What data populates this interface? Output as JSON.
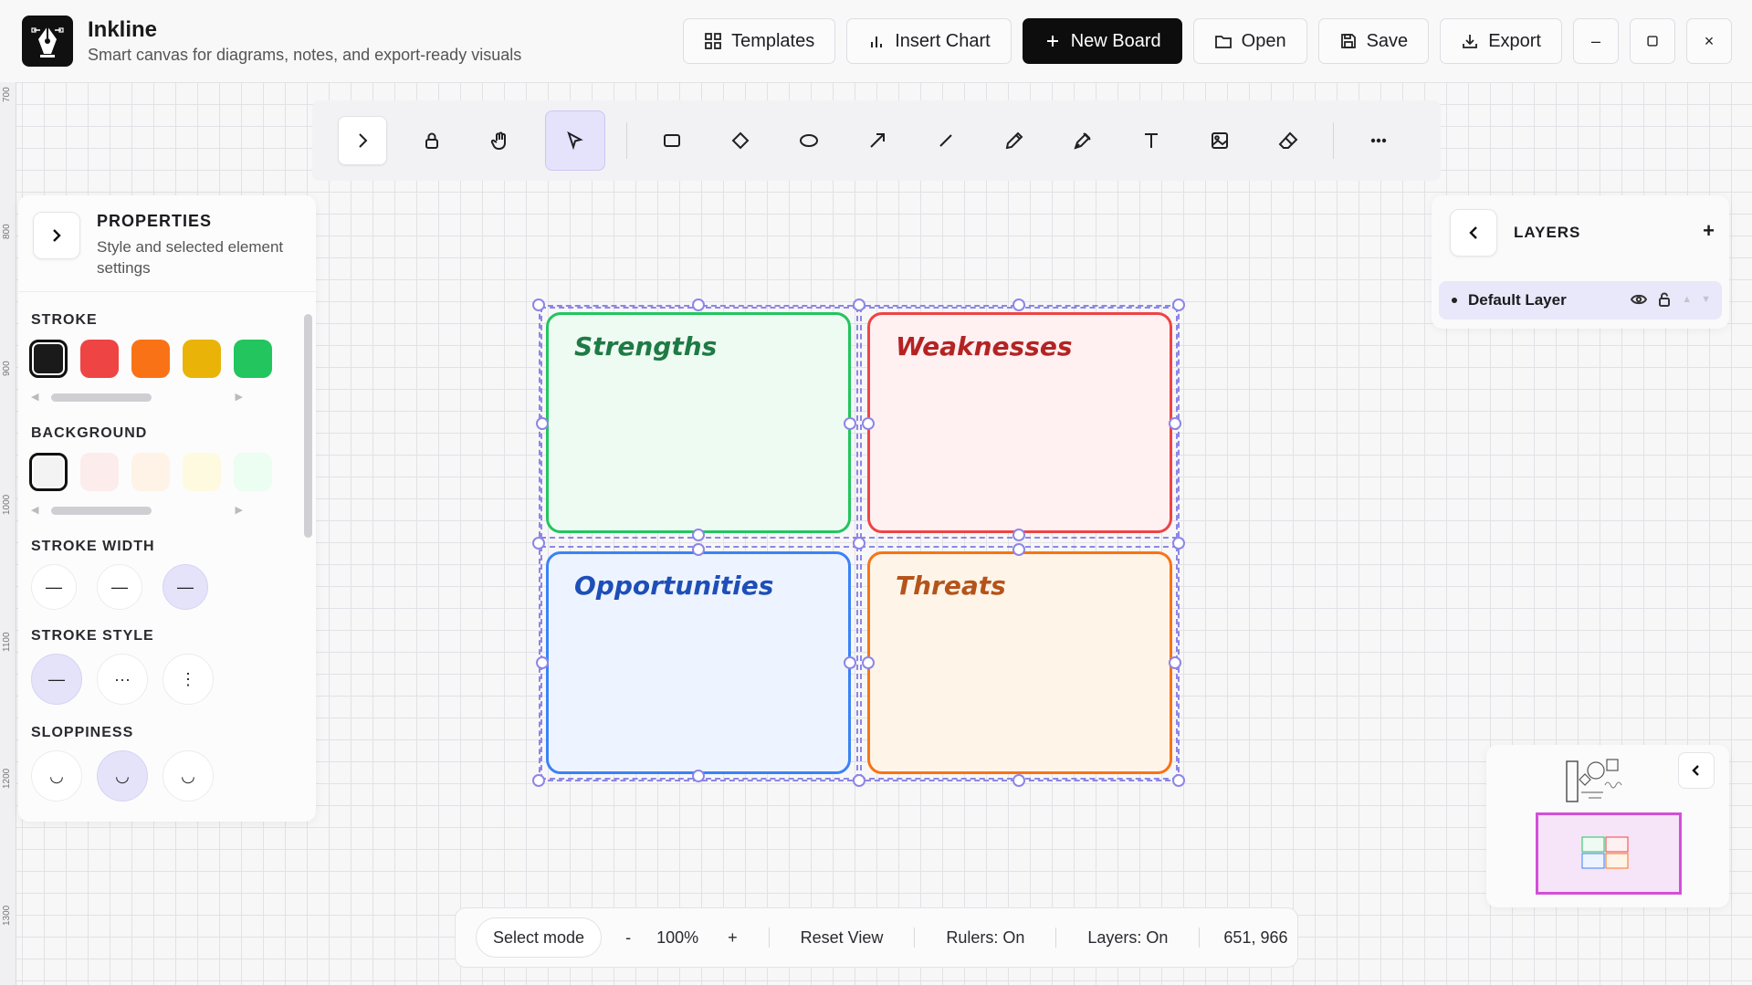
{
  "app": {
    "title": "Inkline",
    "subtitle": "Smart canvas for diagrams, notes, and export-ready visuals"
  },
  "header": {
    "templates_label": "Templates",
    "insert_chart_label": "Insert Chart",
    "new_board_label": "New Board",
    "open_label": "Open",
    "save_label": "Save",
    "export_label": "Export",
    "minimize_label": "–",
    "close_label": "×"
  },
  "ruler": {
    "ticks": [
      "700",
      "800",
      "900",
      "1000",
      "1100",
      "1200",
      "1300"
    ]
  },
  "toolbar": {
    "tools": [
      "expand",
      "lock",
      "hand",
      "select",
      "rectangle",
      "diamond",
      "ellipse",
      "arrow",
      "line",
      "pencil",
      "pen",
      "text",
      "image",
      "eraser",
      "more"
    ],
    "active_tool": "select"
  },
  "properties": {
    "title": "PROPERTIES",
    "subtitle": "Style and selected element settings",
    "stroke_label": "STROKE",
    "stroke_colors": [
      "#1a1a1a",
      "#ef4444",
      "#f97316",
      "#eab308",
      "#22c55e"
    ],
    "background_label": "BACKGROUND",
    "background_colors": [
      "#f3f3f3",
      "#fdecec",
      "#fef3e6",
      "#fefae0",
      "#ecfdf1"
    ],
    "stroke_width_label": "STROKE WIDTH",
    "stroke_width_options": [
      "—",
      "—",
      "—"
    ],
    "stroke_style_label": "STROKE STYLE",
    "stroke_style_options": [
      "—",
      "···",
      "⋮"
    ],
    "sloppiness_label": "SLOPPINESS",
    "sloppiness_options": [
      "◡",
      "◡",
      "◡"
    ]
  },
  "board": {
    "quadrants": [
      {
        "title": "Strengths",
        "stroke": "#22c55e",
        "fill": "#eefbf2",
        "text": "#1f7a45"
      },
      {
        "title": "Weaknesses",
        "stroke": "#ef4444",
        "fill": "#fff0f1",
        "text": "#b42323"
      },
      {
        "title": "Opportunities",
        "stroke": "#3b82f6",
        "fill": "#eef4ff",
        "text": "#1e4fb8"
      },
      {
        "title": "Threats",
        "stroke": "#f97316",
        "fill": "#fff4e8",
        "text": "#b4541b"
      }
    ],
    "selection_color": "#8d86e6"
  },
  "layers": {
    "title": "LAYERS",
    "add_label": "+",
    "items": [
      {
        "name": "Default Layer"
      }
    ]
  },
  "status": {
    "mode": "Select mode",
    "zoom_out": "-",
    "zoom": "100%",
    "zoom_in": "+",
    "reset": "Reset View",
    "rulers": "Rulers: On",
    "layers": "Layers: On",
    "coords": "651, 966"
  }
}
